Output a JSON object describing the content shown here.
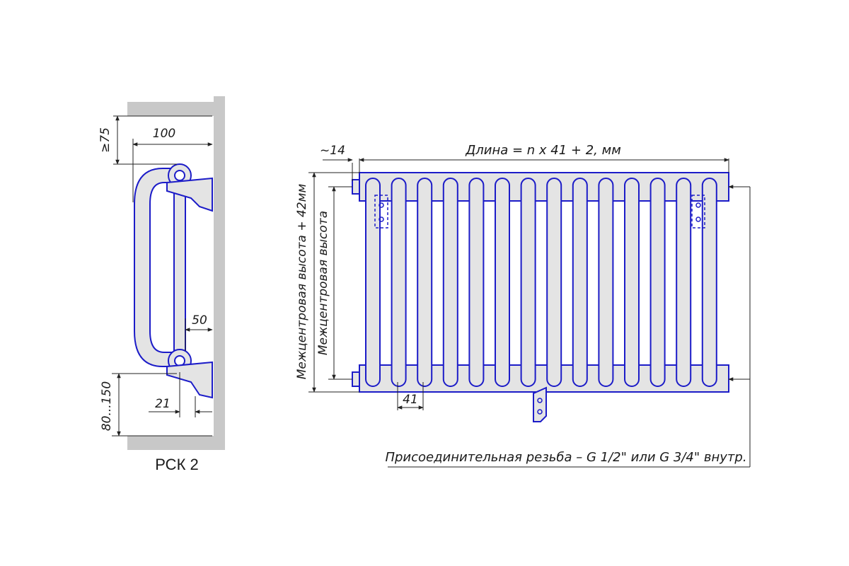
{
  "side_view": {
    "dim_wall_gap": "≥75",
    "dim_depth": "100",
    "dim_bracket": "50",
    "dim_pipe_offset": "21",
    "dim_floor_gap": "80...150",
    "model_label": "РСК 2"
  },
  "front_view": {
    "dim_length": "Длина = n x 41 + 2, мм",
    "dim_end_offset": "~14",
    "dim_section_pitch": "41",
    "dim_total_height": "Межцентровая высота + 42мм",
    "dim_center_height": "Межцентровая высота",
    "note_thread": "Присоединительная резьба – G 1/2\" или G 3/4\" внутр."
  },
  "colors": {
    "outline": "#1c1cc8",
    "wall": "#c8c8c8",
    "body_fill": "#e4e4e4"
  }
}
